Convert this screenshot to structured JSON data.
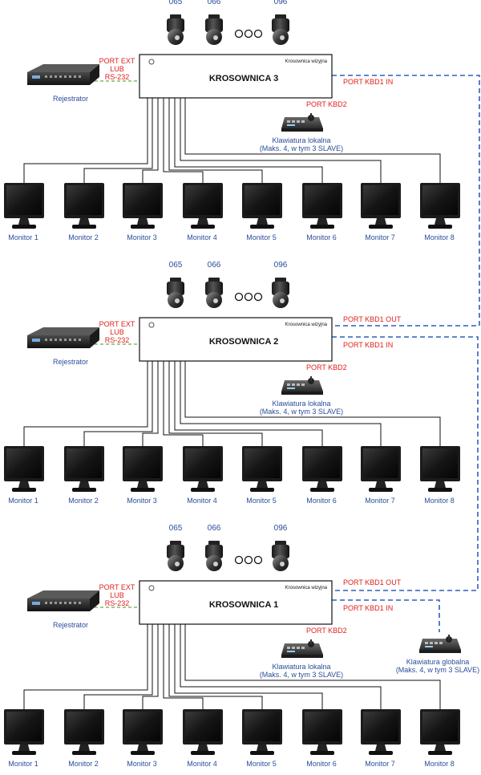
{
  "colors": {
    "label_blue": "#2a4d9b",
    "port_red": "#e0201c",
    "rs232_green": "#6aa84f",
    "kbd_blue": "#2f5fc4",
    "wire": "#111111",
    "monitor_body": "#1b1b1b"
  },
  "camera_ids": [
    "065",
    "066",
    "096"
  ],
  "ellipsis_icon": "three-circles",
  "monitors": [
    "Monitor 1",
    "Monitor 2",
    "Monitor 3",
    "Monitor 4",
    "Monitor 5",
    "Monitor 6",
    "Monitor 7",
    "Monitor 8"
  ],
  "matrix_sublabel": "Krosownica wizyjna",
  "recorder": {
    "label": "Rejestrator",
    "port_lines": [
      "PORT EXT",
      "LUB",
      "RS-232"
    ]
  },
  "local_keyboard": {
    "port": "PORT KBD2",
    "label_lines": [
      "Klawiatura lokalna",
      "(Maks. 4, w tym 3 SLAVE)"
    ]
  },
  "global_keyboard": {
    "label_lines": [
      "Klawiatura globalna",
      "(Maks. 4, w tym 3 SLAVE)"
    ]
  },
  "sections": [
    {
      "title": "KROSOWNICA 3",
      "ports": [
        "PORT KBD1 IN"
      ]
    },
    {
      "title": "KROSOWNICA 2",
      "ports": [
        "PORT KBD1 OUT",
        "PORT KBD1 IN"
      ]
    },
    {
      "title": "KROSOWNICA 1",
      "ports": [
        "PORT KBD1 OUT",
        "PORT KBD1 IN"
      ]
    }
  ]
}
